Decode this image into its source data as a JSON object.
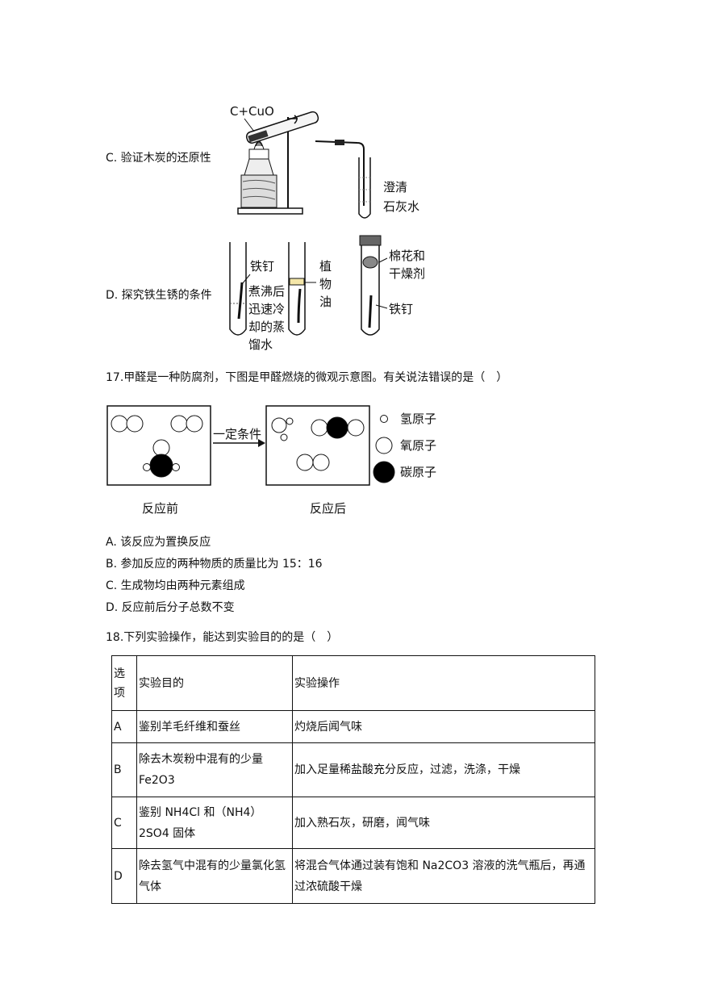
{
  "q16": {
    "option_c": "C. 验证木炭的还原性",
    "option_d": "D. 探究铁生锈的条件",
    "apparatus_c": {
      "reagent_label": "C+CuO",
      "limewater_line1": "澄清",
      "limewater_line2": "石灰水"
    },
    "apparatus_d": {
      "nail": "铁钉",
      "water_1": "煮沸后",
      "water_2": "迅速冷",
      "water_3": "却的蒸",
      "water_4": "馏水",
      "oil_1": "植",
      "oil_2": "物",
      "oil_3": "油",
      "cotton_1": "棉花和",
      "cotton_2": "干燥剂",
      "nail_2": "铁钉"
    }
  },
  "q17": {
    "stem": "17.甲醛是一种防腐剂，下图是甲醛燃烧的微观示意图。有关说法错误的是（　）",
    "arrow_label": "一定条件",
    "before_label": "反应前",
    "after_label": "反应后",
    "legend": {
      "hydrogen": "氢原子",
      "oxygen": "氧原子",
      "carbon": "碳原子"
    },
    "options": [
      "A. 该反应为置换反应",
      "B. 参加反应的两种物质的质量比为 15：16",
      "C. 生成物均由两种元素组成",
      "D. 反应前后分子总数不变"
    ]
  },
  "q18": {
    "stem": "18.下列实验操作，能达到实验目的的是（　）",
    "header": {
      "col0": "选项",
      "col1": "实验目的",
      "col2": "实验操作"
    },
    "rows": [
      {
        "opt": "A",
        "goal": "鉴别羊毛纤维和蚕丝",
        "op": "灼烧后闻气味"
      },
      {
        "opt": "B",
        "goal": "除去木炭粉中混有的少量Fe2O3",
        "op": "加入足量稀盐酸充分反应，过滤，洗涤，干燥"
      },
      {
        "opt": "C",
        "goal": "鉴别 NH4Cl 和（NH4）2SO4 固体",
        "op": "加入熟石灰，研磨，闻气味"
      },
      {
        "opt": "D",
        "goal": "除去氢气中混有的少量氯化氢气体",
        "op": "将混合气体通过装有饱和 Na2CO3 溶液的洗气瓶后，再通过浓硫酸干燥"
      }
    ]
  }
}
